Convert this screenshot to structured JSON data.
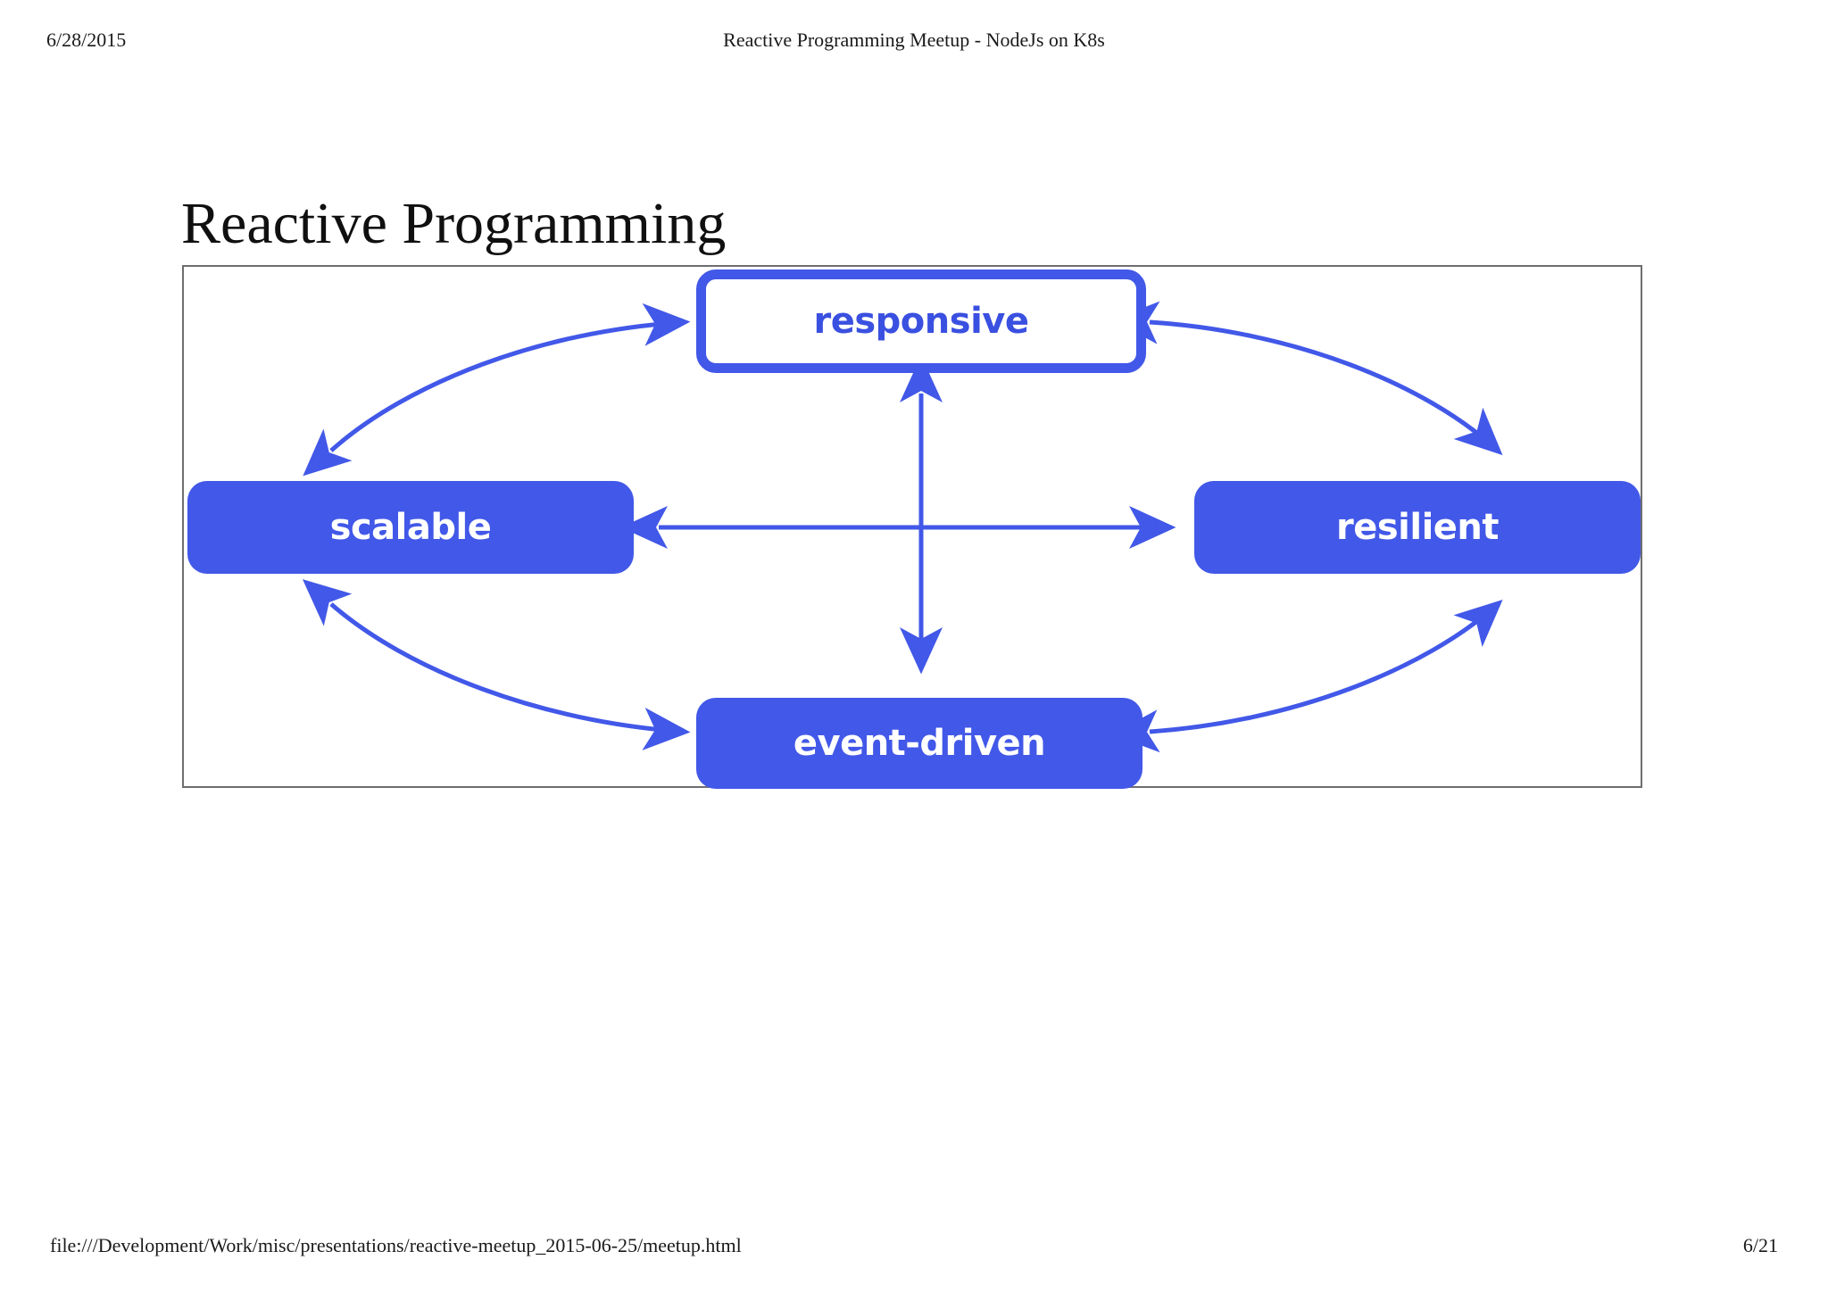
{
  "header": {
    "date": "6/28/2015",
    "title": "Reactive Programming Meetup - NodeJs on K8s"
  },
  "slide": {
    "title": "Reactive Programming"
  },
  "diagram": {
    "type": "node-graph",
    "description": "Reactive traits diagram: four connected nodes",
    "accent_color": "#4258e8",
    "frame_border_color": "#6e6e70",
    "nodes": [
      {
        "id": "responsive",
        "label": "responsive",
        "style": "outlined",
        "position": "top",
        "fill": "#ffffff",
        "text_color": "#3a50e0",
        "border_color": "#4258e8"
      },
      {
        "id": "scalable",
        "label": "scalable",
        "style": "filled",
        "position": "left",
        "fill": "#4258e8",
        "text_color": "#ffffff"
      },
      {
        "id": "resilient",
        "label": "resilient",
        "style": "filled",
        "position": "right",
        "fill": "#4258e8",
        "text_color": "#ffffff"
      },
      {
        "id": "event-driven",
        "label": "event-driven",
        "style": "filled",
        "position": "bottom",
        "fill": "#4258e8",
        "text_color": "#ffffff"
      }
    ],
    "connections": [
      {
        "from": "scalable",
        "to": "responsive",
        "shape": "curved",
        "arrowheads": "both"
      },
      {
        "from": "responsive",
        "to": "resilient",
        "shape": "curved",
        "arrowheads": "both"
      },
      {
        "from": "scalable",
        "to": "event-driven",
        "shape": "curved",
        "arrowheads": "both"
      },
      {
        "from": "event-driven",
        "to": "resilient",
        "shape": "curved",
        "arrowheads": "both"
      },
      {
        "from": "scalable",
        "to": "resilient",
        "shape": "straight",
        "arrowheads": "both"
      },
      {
        "from": "responsive",
        "to": "event-driven",
        "shape": "straight",
        "arrowheads": "both"
      }
    ]
  },
  "footer": {
    "url": "file:///Development/Work/misc/presentations/reactive-meetup_2015-06-25/meetup.html",
    "page": "6/21"
  }
}
